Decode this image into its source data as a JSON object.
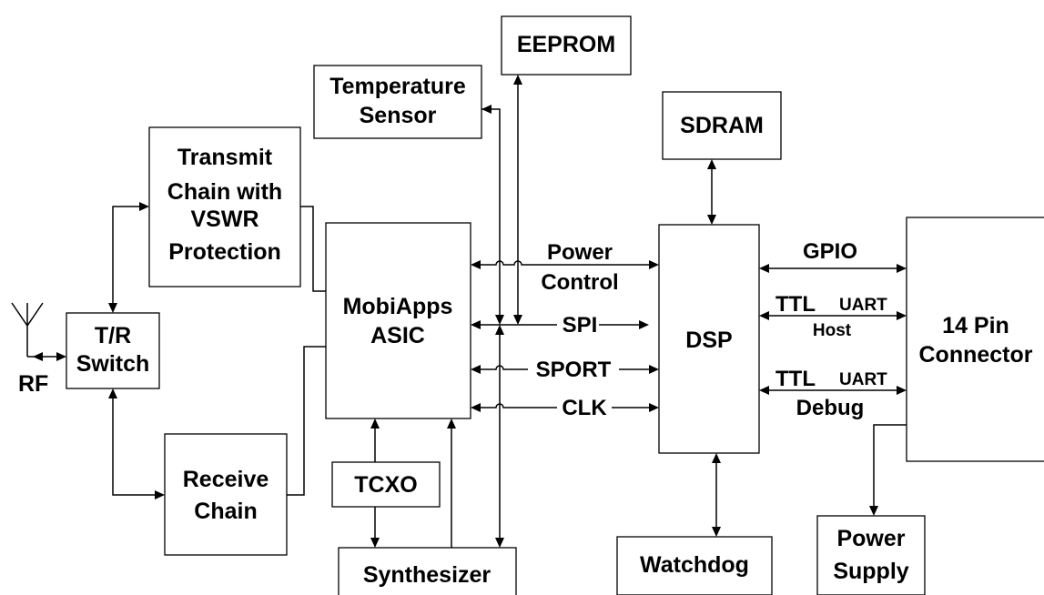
{
  "blocks": {
    "eeprom": "EEPROM",
    "temperature_sensor": [
      "Temperature",
      "Sensor"
    ],
    "sdram": "SDRAM",
    "transmit_chain": [
      "Transmit",
      "Chain with",
      "VSWR",
      "Protection"
    ],
    "asic": [
      "MobiApps",
      "ASIC"
    ],
    "dsp": "DSP",
    "connector": [
      "14 Pin",
      "Connector"
    ],
    "tr_switch": [
      "T/R",
      "Switch"
    ],
    "receive_chain": [
      "Receive",
      "Chain"
    ],
    "tcxo": "TCXO",
    "synthesizer": "Synthesizer",
    "watchdog": "Watchdog",
    "power_supply": [
      "Power",
      "Supply"
    ]
  },
  "labels": {
    "rf": "RF",
    "power_control": [
      "Power",
      "Control"
    ],
    "spi": "SPI",
    "sport": "SPORT",
    "clk": "CLK",
    "gpio": "GPIO",
    "ttl_host": "TTL",
    "uart_host": "UART",
    "host": "Host",
    "ttl_debug": "TTL",
    "uart_debug": "UART",
    "debug": "Debug"
  }
}
